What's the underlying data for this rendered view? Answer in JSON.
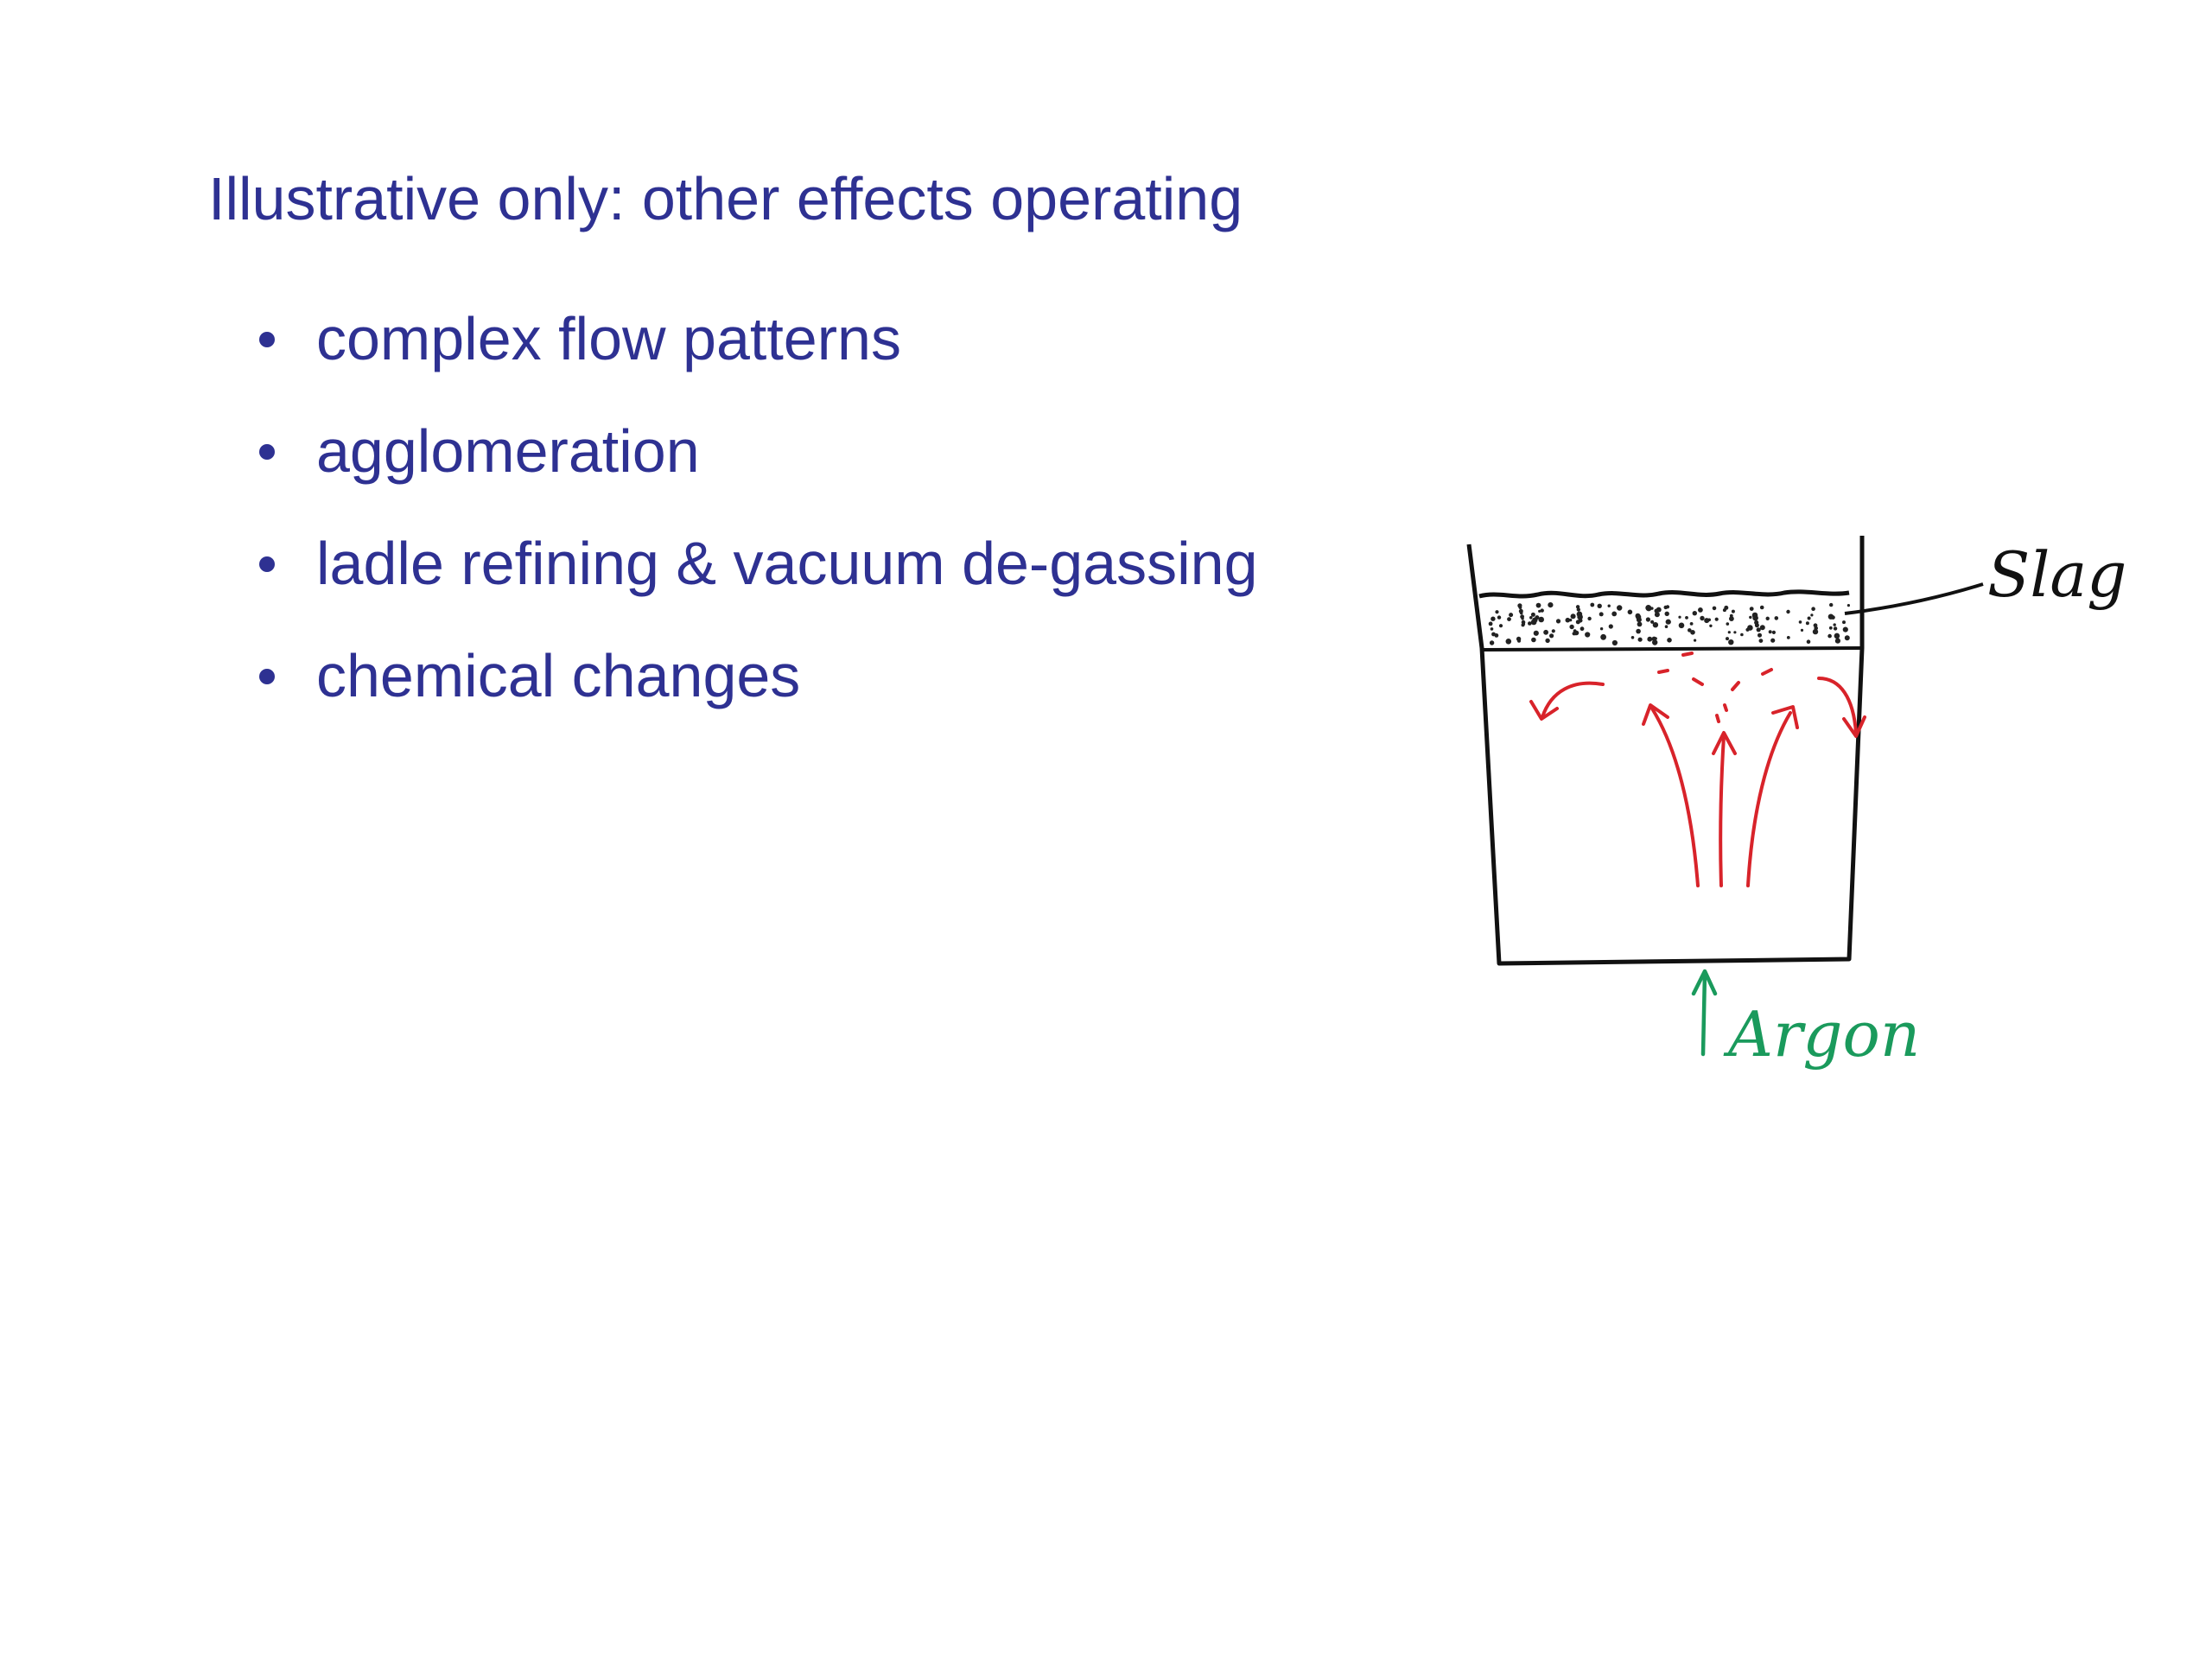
{
  "slide": {
    "title": "Illustrative only: other effects operating",
    "bullets": [
      {
        "text": "complex flow patterns"
      },
      {
        "text": "agglomeration"
      },
      {
        "text": "ladle refining & vacuum de-gassing"
      },
      {
        "text": "chemical changes"
      }
    ]
  },
  "diagram": {
    "slag_label": "Slag",
    "argon_label": "Argon",
    "colors": {
      "text": "#2e3192",
      "ink": "#111111",
      "flow": "#d8232a",
      "argon": "#1a9a5c"
    }
  }
}
